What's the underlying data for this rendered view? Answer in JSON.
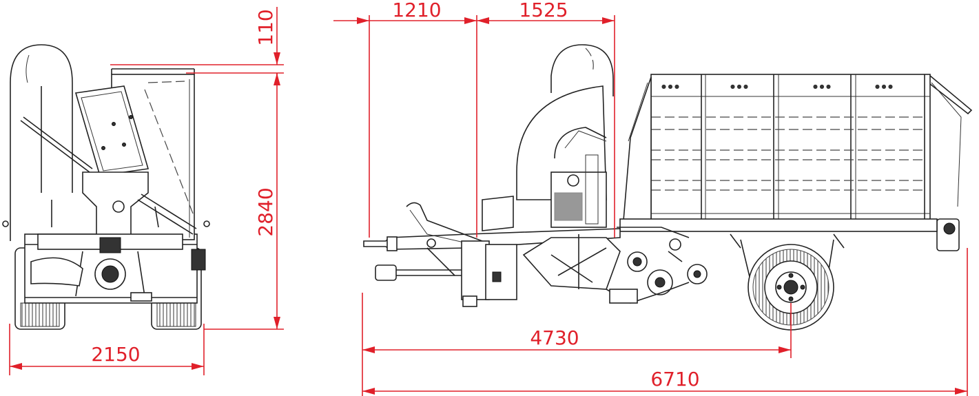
{
  "dimensions": {
    "front_width": "2150",
    "total_height": "2840",
    "top_offset": "110",
    "drawbar_to_intake": "1210",
    "intake_to_body": "1525",
    "drawbar_to_axle": "4730",
    "total_length": "6710"
  },
  "colors": {
    "dimension": "#e0202a",
    "outline": "#222222"
  }
}
